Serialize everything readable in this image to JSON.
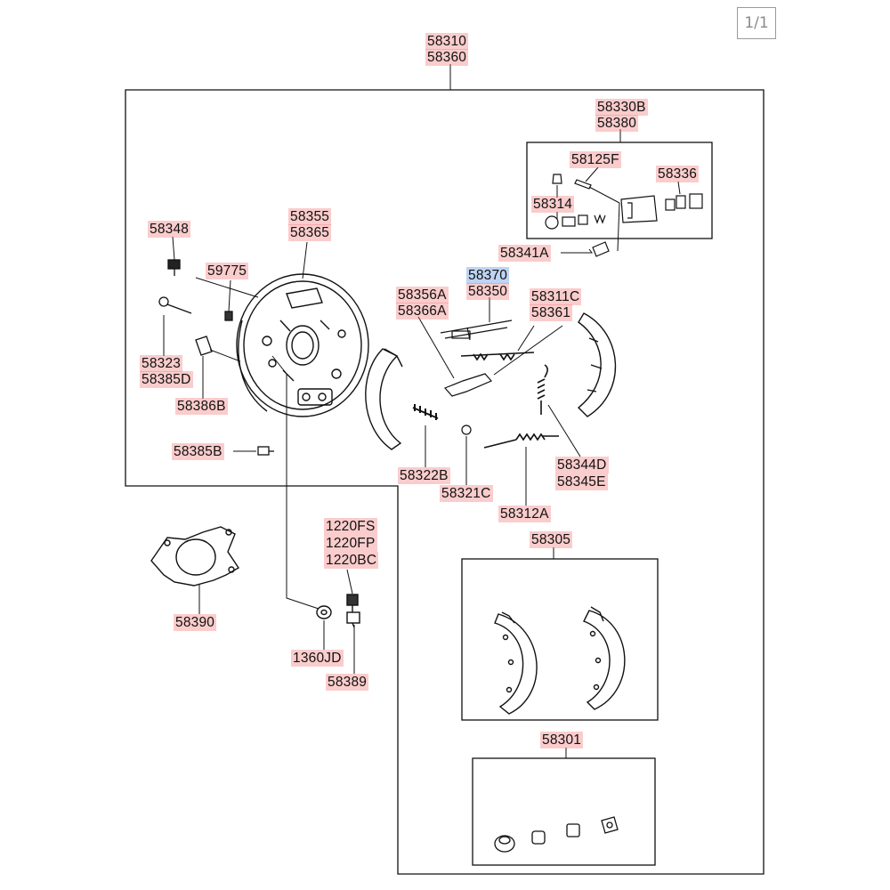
{
  "page_indicator": "1/1",
  "colors": {
    "highlight": "#f08a8a",
    "selected_highlight": "#8fb6e6",
    "line": "#111111"
  },
  "labels": {
    "l58310": "58310",
    "l58360": "58360",
    "l58330B": "58330B",
    "l58380": "58380",
    "l58125F": "58125F",
    "l58336": "58336",
    "l58314": "58314",
    "l58341A": "58341A",
    "l58348": "58348",
    "l59775": "59775",
    "l58355": "58355",
    "l58365": "58365",
    "l58370": "58370",
    "l58350": "58350",
    "l58356A": "58356A",
    "l58366A": "58366A",
    "l58311C": "58311C",
    "l58361": "58361",
    "l58323": "58323",
    "l58385D": "58385D",
    "l58386B": "58386B",
    "l58385B": "58385B",
    "l58322B": "58322B",
    "l58321C": "58321C",
    "l58312A": "58312A",
    "l58344D": "58344D",
    "l58345E": "58345E",
    "l1220FS": "1220FS",
    "l1220FP": "1220FP",
    "l1220BC": "1220BC",
    "l58390": "58390",
    "l1360JD": "1360JD",
    "l58389": "58389",
    "l58305": "58305",
    "l58301": "58301"
  }
}
